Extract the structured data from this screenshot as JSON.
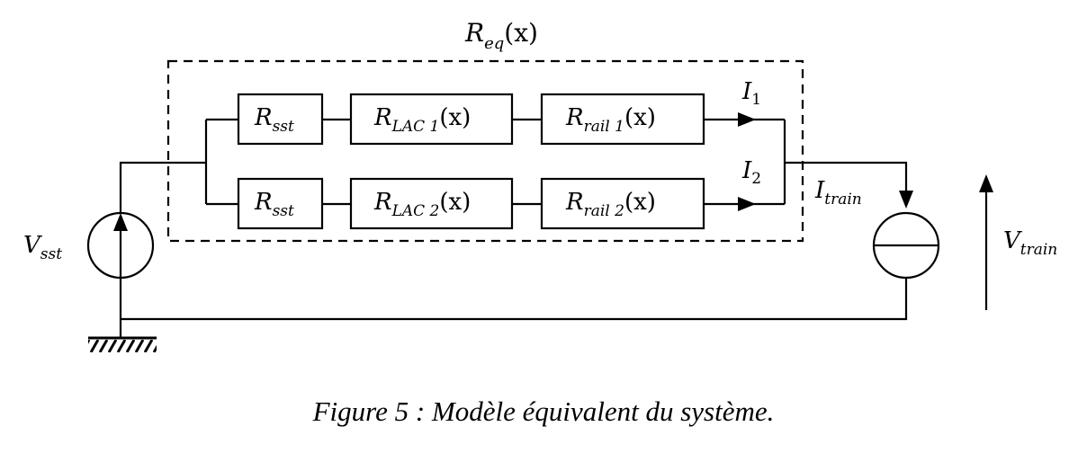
{
  "diagram": {
    "equivalent_block": {
      "symbol": "R",
      "subscript": "eq",
      "suffix": "(x)"
    },
    "branch1": {
      "r_sst": {
        "symbol": "R",
        "subscript": "sst"
      },
      "r_lac": {
        "symbol": "R",
        "subscript": "LAC 1",
        "suffix": "(x)"
      },
      "r_rail": {
        "symbol": "R",
        "subscript": "rail 1",
        "suffix": "(x)"
      },
      "current": {
        "symbol": "I",
        "subscript": "1"
      }
    },
    "branch2": {
      "r_sst": {
        "symbol": "R",
        "subscript": "sst"
      },
      "r_lac": {
        "symbol": "R",
        "subscript": "LAC 2",
        "suffix": "(x)"
      },
      "r_rail": {
        "symbol": "R",
        "subscript": "rail 2",
        "suffix": "(x)"
      },
      "current": {
        "symbol": "I",
        "subscript": "2"
      }
    },
    "source_voltage": {
      "symbol": "V",
      "subscript": "sst"
    },
    "train_current": {
      "symbol": "I",
      "subscript": "train"
    },
    "train_voltage": {
      "symbol": "V",
      "subscript": "train"
    }
  },
  "caption": "Figure 5 : Modèle équivalent du système."
}
